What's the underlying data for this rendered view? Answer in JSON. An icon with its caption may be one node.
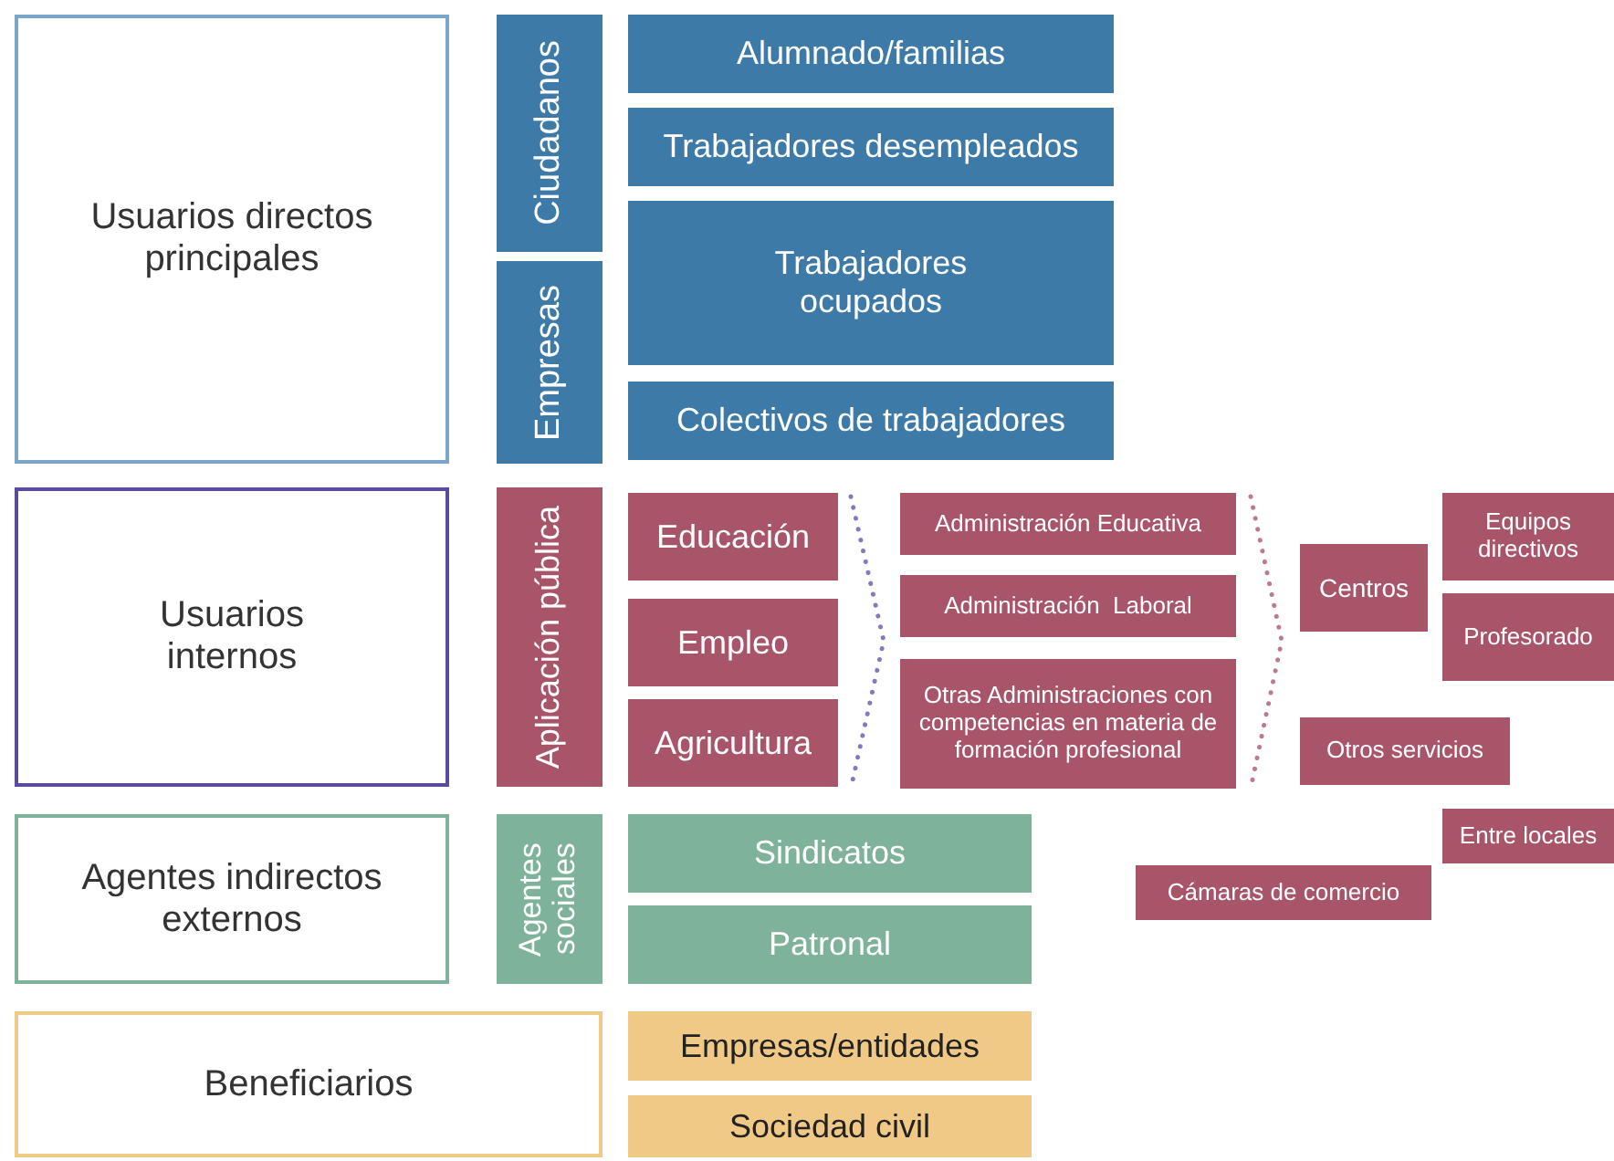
{
  "diagram": {
    "nodes": [
      {
        "text": [
          "Usuarios directos principales"
        ]
      },
      {
        "text": [
          "Ciudadanos"
        ]
      },
      {
        "text": [
          "Empresas"
        ]
      },
      {
        "text": [
          "Alumnado/familias"
        ]
      },
      {
        "text": [
          "Trabajadores desempleados"
        ]
      },
      {
        "text": [
          "Trabajadores ocupados"
        ]
      },
      {
        "text": [
          "Colectivos de trabajadores"
        ]
      },
      {
        "text": [
          "Usuarios internos"
        ]
      },
      {
        "text": [
          "Aplicación pública"
        ]
      },
      {
        "text": [
          "Educación"
        ]
      },
      {
        "text": [
          "Empleo"
        ]
      },
      {
        "text": [
          "Agricultura"
        ]
      },
      {
        "text": [
          "Administración Educativa"
        ]
      },
      {
        "text": [
          "Administración  Laboral"
        ]
      },
      {
        "text": [
          "Otras Administraciones con competencias en materia de formación profesional"
        ]
      },
      {
        "text": [
          "Centros"
        ]
      },
      {
        "text": [
          "Equipos directivos"
        ]
      },
      {
        "text": [
          "Profesorado"
        ]
      },
      {
        "text": [
          "Otros servicios"
        ]
      },
      {
        "text": [
          "Entre locales"
        ]
      },
      {
        "text": [
          "Cámaras de comercio"
        ]
      },
      {
        "text": [
          "Agentes indirectos externos"
        ]
      },
      {
        "text": [
          "Agentes sociales"
        ]
      },
      {
        "text": [
          "Sindicatos"
        ]
      },
      {
        "text": [
          "Patronal"
        ]
      },
      {
        "text": [
          "Beneficiarios"
        ]
      },
      {
        "text": [
          "Empresas/entidades"
        ]
      },
      {
        "text": [
          "Sociedad civil"
        ]
      }
    ]
  }
}
